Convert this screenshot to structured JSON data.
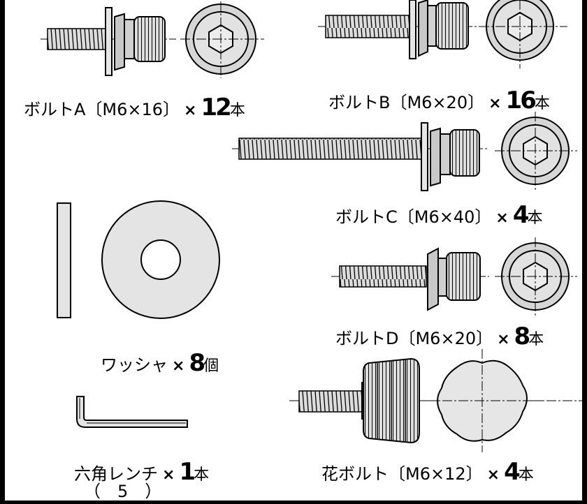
{
  "parts": {
    "bolt_a": {
      "name": "ボルトA〔M6×16〕",
      "times": "×",
      "qty": "12",
      "unit": "本"
    },
    "bolt_b": {
      "name": "ボルトB〔M6×20〕",
      "times": "×",
      "qty": "16",
      "unit": "本"
    },
    "bolt_c": {
      "name": "ボルトC〔M6×40〕",
      "times": "×",
      "qty": "4",
      "unit": "本"
    },
    "bolt_d": {
      "name": "ボルトD〔M6×20〕",
      "times": "×",
      "qty": "8",
      "unit": "本"
    },
    "washer": {
      "name": "ワッシャ",
      "times": "×",
      "qty": "8",
      "unit": "個"
    },
    "hex_wrench": {
      "name": "六角レンチ",
      "times": "×",
      "qty": "1",
      "unit": "本",
      "size": "（　5　）"
    },
    "knob_bolt": {
      "name": "花ボルト〔M6×12〕",
      "times": "×",
      "qty": "4",
      "unit": "本"
    }
  },
  "colors": {
    "metal_fill": "#d6d6d6",
    "line": "#000000",
    "background": "#ffffff"
  },
  "icons": [
    "socket-head-bolt-icon",
    "hex-socket-icon",
    "washer-icon",
    "hex-wrench-icon",
    "knob-bolt-icon",
    "knob-head-icon"
  ]
}
